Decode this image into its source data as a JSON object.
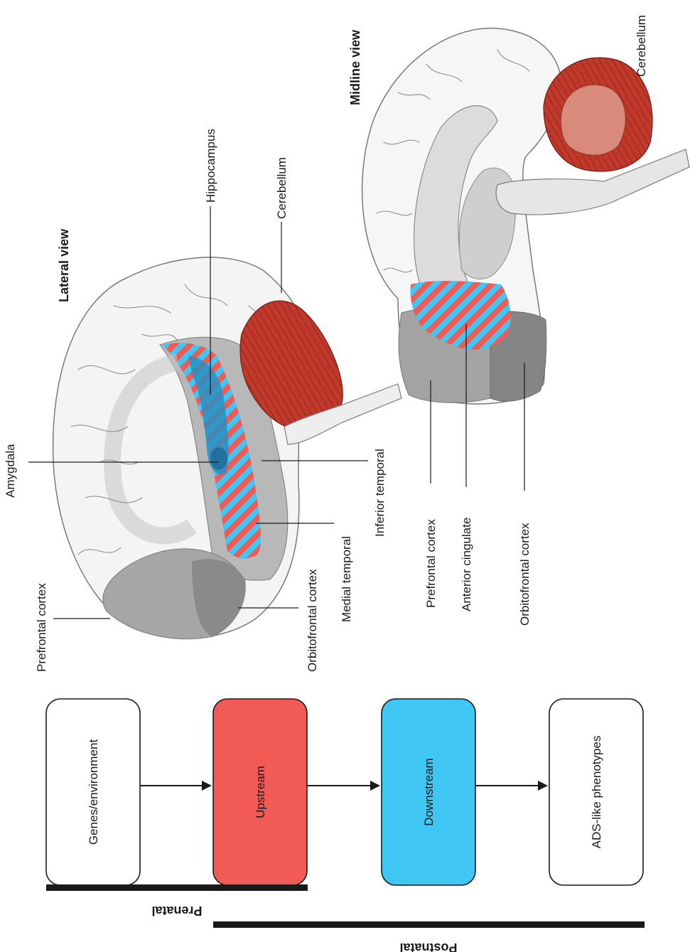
{
  "lateral_view": {
    "title": "Lateral view",
    "labels": {
      "amygdala": "Amygdala",
      "hippocampus": "Hippocampus",
      "cerebellum": "Cerebellum",
      "prefrontal_cortex": "Prefrontal cortex",
      "orbitofrontal_cortex": "Orbitofrontal cortex",
      "medial_temporal": "Medial temporal",
      "inferior_temporal": "Inferior temporal"
    }
  },
  "midline_view": {
    "title": "Midline view",
    "labels": {
      "cerebellum": "Cerebellum",
      "prefrontal_cortex": "Prefrontal cortex",
      "anterior_cingulate": "Anterior cingulate",
      "orbitofrontal_cortex": "Orbitofrontal cortex"
    }
  },
  "flow": {
    "boxes": [
      {
        "label": "Genes/environment",
        "color": "#ffffff"
      },
      {
        "label": "Upstream",
        "color": "#f15a55"
      },
      {
        "label": "Downstream",
        "color": "#3fc6f2"
      },
      {
        "label": "ADS-like phenotypes",
        "color": "#ffffff"
      }
    ]
  },
  "timeline": {
    "prenatal": "Prenatal",
    "postnatal": "Postnatal"
  },
  "colors": {
    "upstream_red": "#f15a55",
    "downstream_blue": "#3fc6f2",
    "cerebellum_red": "#c0392b",
    "cortex_gray": "#8a8a8a"
  }
}
